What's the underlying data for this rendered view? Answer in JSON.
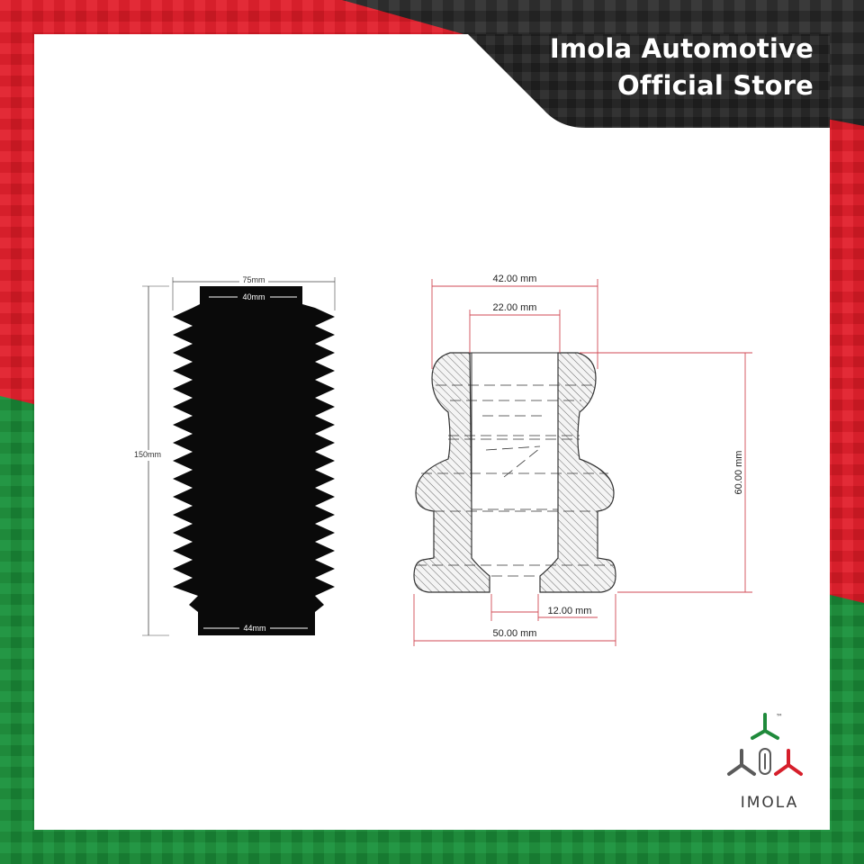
{
  "store": {
    "line1": "Imola Automotive",
    "line2": "Official Store"
  },
  "boot": {
    "top_outer": "75mm",
    "top_inner": "40mm",
    "height": "150mm",
    "bottom": "44mm"
  },
  "bushing": {
    "top_outer": "42.00 mm",
    "top_inner": "22.00 mm",
    "height": "60.00 mm",
    "bottom_inner": "12.00 mm",
    "bottom_outer": "50.00 mm"
  },
  "logo": {
    "tm": "™",
    "word": "IMOLA"
  },
  "colors": {
    "red": "#d61f2b",
    "green": "#1f8a3b",
    "carbon": "#2b2b2b",
    "dim_line": "#d24a55"
  }
}
